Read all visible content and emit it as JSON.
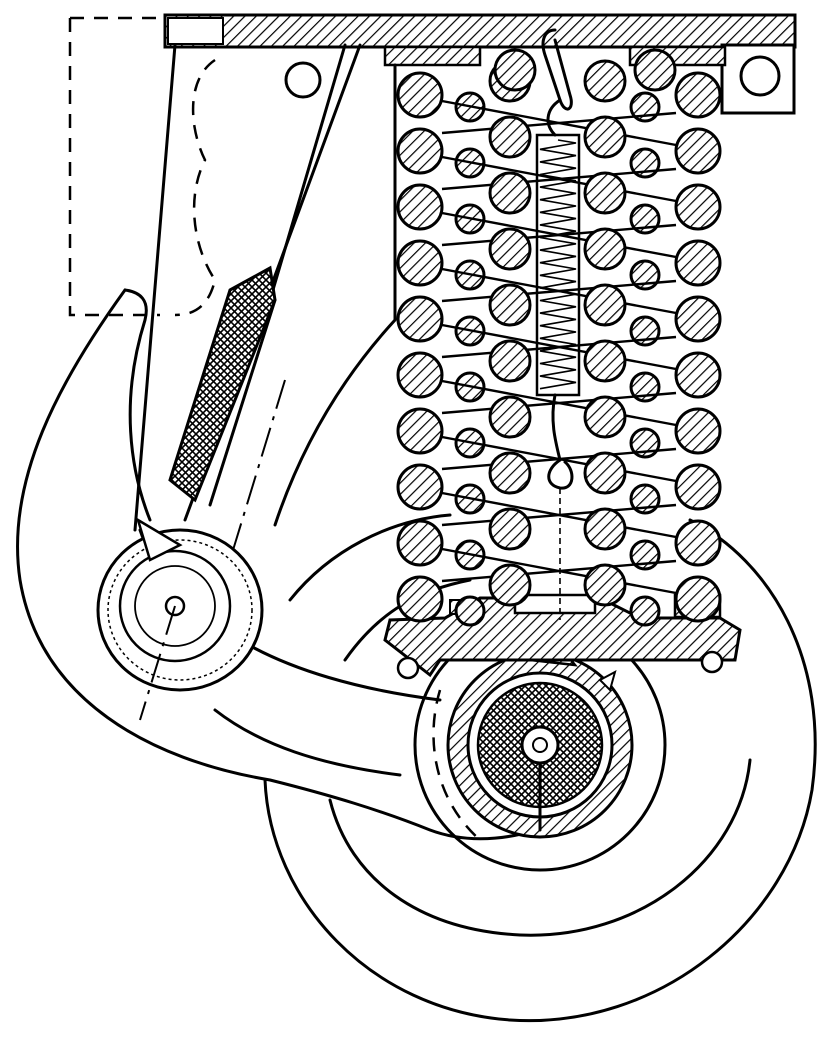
{
  "diagram": {
    "caption": "",
    "colors": {
      "ink": "#000000",
      "paper": "#ffffff"
    },
    "parts": [
      "top-mounting-plate",
      "hook-arm",
      "pivot-bearing",
      "wheel-tyre",
      "wheel-hub",
      "outer-coil-spring",
      "inner-coil-spring",
      "tension-spring",
      "spring-seat",
      "friction-damper-block",
      "dashed-outline-bracket"
    ]
  }
}
